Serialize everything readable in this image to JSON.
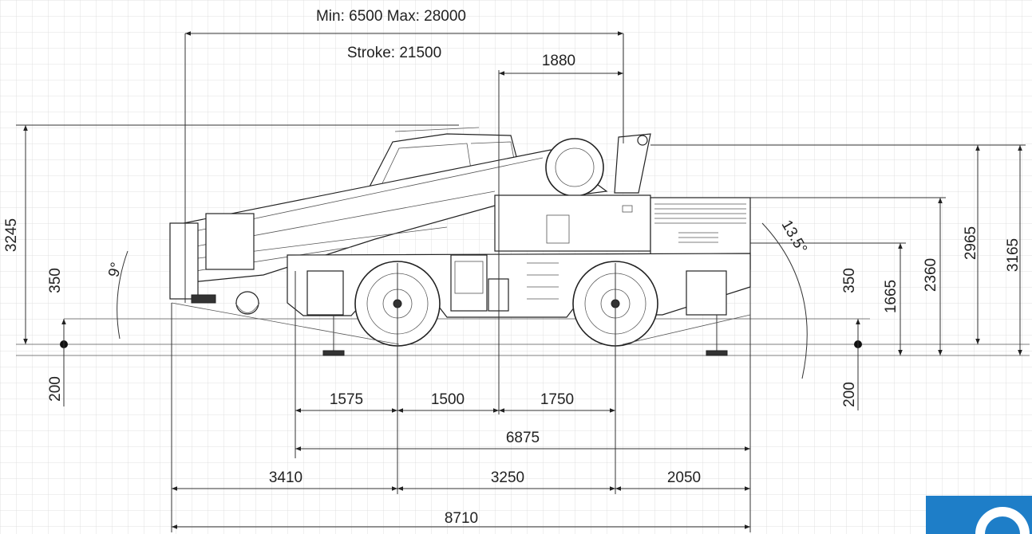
{
  "drawing": {
    "colors": {
      "grid": "#d9d9d9",
      "ink": "#222222",
      "badge": "#1e7ec8"
    },
    "top_dimensions": {
      "reach": "Min: 6500 Max: 28000",
      "stroke": "Stroke: 21500",
      "boom_offset": "1880"
    },
    "heights": {
      "overall": "3245",
      "front_350": "350",
      "front_200": "200",
      "rear_350": "350",
      "rear_200": "200",
      "h1665": "1665",
      "h2360": "2360",
      "h2965": "2965",
      "h3165": "3165"
    },
    "angles": {
      "front": "9°",
      "rear": "13.5°"
    },
    "lengths": {
      "l1575": "1575",
      "l1500": "1500",
      "l1750": "1750",
      "l6875": "6875",
      "l3410": "3410",
      "l3250": "3250",
      "l2050": "2050",
      "l8710": "8710"
    },
    "icons": [
      "grid-background",
      "crane-silhouette",
      "badge-icon"
    ]
  }
}
